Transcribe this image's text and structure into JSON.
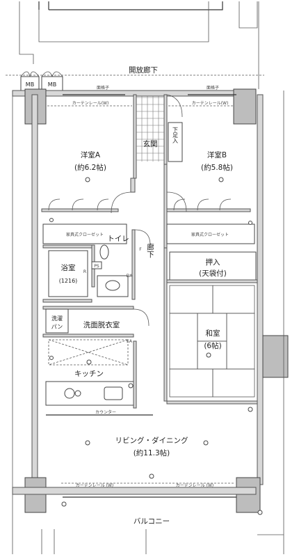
{
  "rooms": {
    "corridor_open": "開放廊下",
    "balcony": "バルコニー",
    "western_a_name": "洋室A",
    "western_a_size": "(約6.2帖)",
    "western_b_name": "洋室B",
    "western_b_size": "(約5.8帖)",
    "entrance": "玄関",
    "shoe_storage": "下足入",
    "toilet": "トイレ",
    "hallway": "廊下",
    "bathroom_name": "浴室",
    "bathroom_size": "(1216)",
    "washroom": "洗面脱衣室",
    "laundry_pan_1": "洗濯",
    "laundry_pan_2": "パン",
    "kitchen": "キッチン",
    "oshiire_name": "押入",
    "oshiire_note": "(天袋付)",
    "japanese_name": "和室",
    "japanese_size": "(6帖)",
    "ldk_name": "リビング・ダイニング",
    "ldk_size": "(約11.3帖)"
  },
  "labels": {
    "mb1": "MB",
    "mb2": "MB",
    "lattice_left": "面格子",
    "lattice_right": "面格子",
    "curtain_top_left": "カーテンレール(W)",
    "curtain_top_right": "カーテンレール(W)",
    "closet_a": "家具式クローゼット",
    "closet_b": "家具式クローゼット",
    "counter": "カウンター",
    "curtain_bottom_left": "カーテンレール (W)",
    "curtain_bottom_right": "カーテンレール (W)",
    "ps": "PS",
    "r_mark": "R",
    "f_mark": "F",
    "da_mark": "DA",
    "ea_mark": "EA"
  }
}
